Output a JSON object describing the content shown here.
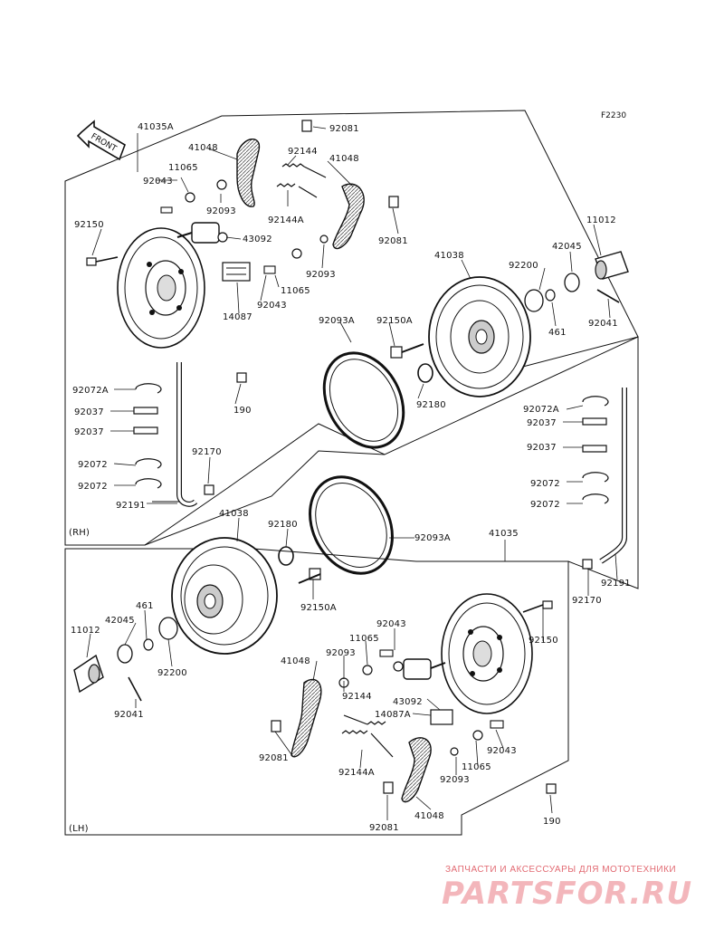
{
  "figure_code": "F2230",
  "front_arrow_label": "FRONT",
  "section_labels": {
    "rh": "(RH)",
    "lh": "(LH)"
  },
  "watermark": {
    "line": "ЗАПЧАСТИ И АКСЕССУАРЫ ДЛЯ МОТОТЕХНИКИ",
    "logo": "PARTSFOR.RU"
  },
  "rh_labels": {
    "p41035A": "41035A",
    "p41048a": "41048",
    "p92081a": "92081",
    "p92144": "92144",
    "p41048b": "41048",
    "p11065a": "11065",
    "p92043a": "92043",
    "p92093a": "92093",
    "p92144A": "92144A",
    "p92150": "92150",
    "p43092": "43092",
    "p92081b": "92081",
    "p11012": "11012",
    "p42045": "42045",
    "p41038": "41038",
    "p92200": "92200",
    "p92093b": "92093",
    "p11065b": "11065",
    "p92043b": "92043",
    "p14087": "14087",
    "p461": "461",
    "p92041": "92041",
    "p92093A": "92093A",
    "p92150A": "92150A",
    "p92072A": "92072A",
    "p190": "190",
    "p92180": "92180",
    "p92037a": "92037",
    "p92037b": "92037",
    "p92170": "92170",
    "p92072a": "92072",
    "p92072b": "92072",
    "p92191": "92191"
  },
  "mid_right_labels": {
    "p92072A": "92072A",
    "p92037a": "92037",
    "p92037b": "92037",
    "p92072a": "92072",
    "p92072b": "92072"
  },
  "lh_labels": {
    "p41038": "41038",
    "p92180": "92180",
    "p92093A": "92093A",
    "p41035": "41035",
    "p92150A": "92150A",
    "p461": "461",
    "p42045": "42045",
    "p11012": "11012",
    "p92200": "92200",
    "p92041": "92041",
    "p92191": "92191",
    "p92170": "92170",
    "p92150": "92150",
    "p92043a": "92043",
    "p11065a": "11065",
    "p92093a": "92093",
    "p41048a": "41048",
    "p92144": "92144",
    "p43092": "43092",
    "p14087A": "14087A",
    "p92081a": "92081",
    "p92043b": "92043",
    "p11065b": "11065",
    "p92144A": "92144A",
    "p92093b": "92093",
    "p92081b": "92081",
    "p41048b": "41048",
    "p190": "190"
  }
}
